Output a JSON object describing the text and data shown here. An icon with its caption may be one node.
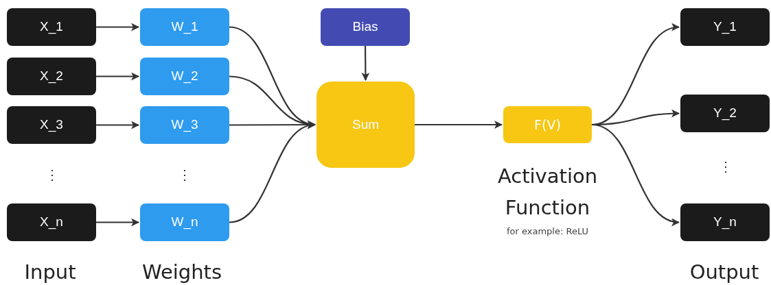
{
  "diagram": {
    "nodes": [
      {
        "text": [
          "X_1"
        ]
      },
      {
        "text": [
          "X_2"
        ]
      },
      {
        "text": [
          "X_3"
        ]
      },
      {
        "text": [
          "X_n"
        ]
      },
      {
        "text": [
          "W_1"
        ]
      },
      {
        "text": [
          "W_2"
        ]
      },
      {
        "text": [
          "W_3"
        ]
      },
      {
        "text": [
          "W_n"
        ]
      },
      {
        "text": [
          "Bias"
        ]
      },
      {
        "text": [
          "Sum"
        ]
      },
      {
        "text": [
          "F(V)"
        ],
        "beside": [
          "Activation Function",
          "for example: ReLU"
        ]
      },
      {
        "text": [
          "Y_1"
        ]
      },
      {
        "text": [
          "Y_2"
        ]
      },
      {
        "text": [
          "Y_n"
        ]
      }
    ],
    "edges": [
      {
        "from": 0,
        "to": 4,
        "arrow": "to"
      },
      {
        "from": 1,
        "to": 5,
        "arrow": "to"
      },
      {
        "from": 2,
        "to": 6,
        "arrow": "to"
      },
      {
        "from": 3,
        "to": 7,
        "arrow": "to"
      },
      {
        "from": 4,
        "to": 9,
        "arrow": "to"
      },
      {
        "from": 5,
        "to": 9,
        "arrow": "to"
      },
      {
        "from": 6,
        "to": 9,
        "arrow": "to"
      },
      {
        "from": 7,
        "to": 9,
        "arrow": "to"
      },
      {
        "from": 8,
        "to": 9,
        "arrow": "to"
      },
      {
        "from": 9,
        "to": 10,
        "arrow": "to"
      },
      {
        "from": 10,
        "to": 11,
        "arrow": "to"
      },
      {
        "from": 10,
        "to": 12,
        "arrow": "to"
      },
      {
        "from": 10,
        "to": 13,
        "arrow": "to"
      }
    ],
    "labels": [
      "⋮",
      "⋮",
      "⋮",
      "Input",
      "Weights",
      "Output"
    ]
  }
}
